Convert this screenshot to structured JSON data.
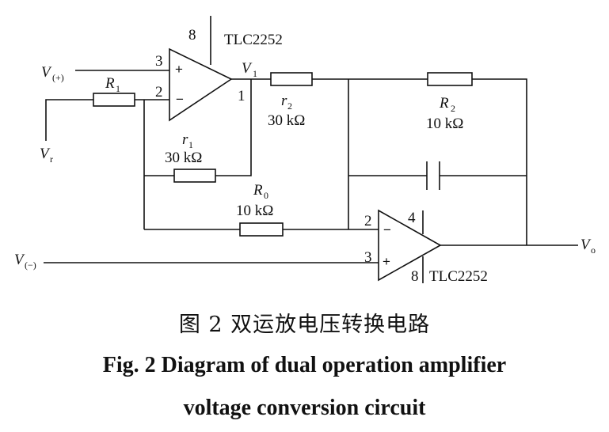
{
  "diagram": {
    "amp_top": {
      "part": "TLC2252",
      "pin_supply": "8",
      "pin_noninv": "3",
      "pin_inv": "2",
      "pin_out": "1",
      "plus": "+",
      "minus": "−"
    },
    "amp_bottom": {
      "part": "TLC2252",
      "pin_supply_top": "4",
      "pin_supply_bottom": "8",
      "pin_inv": "2",
      "pin_noninv": "3",
      "plus": "+",
      "minus": "−"
    },
    "nodes": {
      "v_plus": {
        "main": "V",
        "sub": "(+)"
      },
      "v_minus": {
        "main": "V",
        "sub": "(−)"
      },
      "v_r": {
        "main": "V",
        "sub": "r"
      },
      "v_1": {
        "main": "V",
        "sub": "1"
      },
      "v_o": {
        "main": "V",
        "sub": "o"
      }
    },
    "components": {
      "R1": {
        "main": "R",
        "sub": "1"
      },
      "r1": {
        "main": "r",
        "sub": "1",
        "value": "30 kΩ"
      },
      "r2": {
        "main": "r",
        "sub": "2",
        "value": "30 kΩ"
      },
      "R2": {
        "main": "R",
        "sub": "2",
        "value": "10 kΩ"
      },
      "R0": {
        "main": "R",
        "sub": "0",
        "value": "10 kΩ"
      }
    }
  },
  "caption": {
    "cn": "图 2   双运放电压转换电路",
    "en_line1": "Fig. 2  Diagram of dual operation amplifier",
    "en_line2": "voltage conversion circuit"
  }
}
